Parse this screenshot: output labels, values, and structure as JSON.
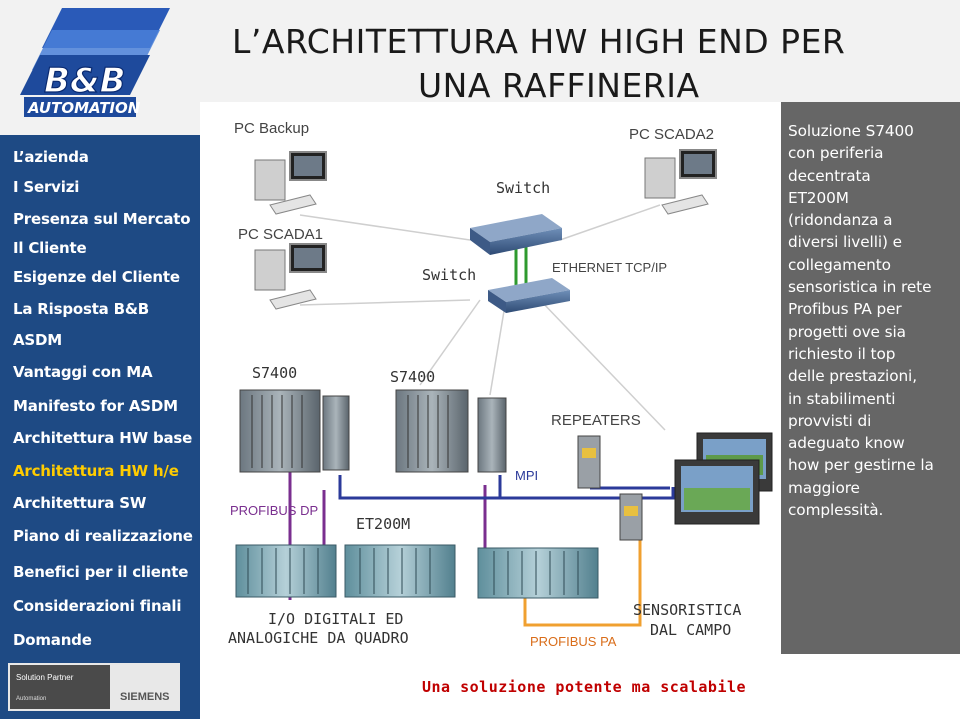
{
  "title": {
    "line1": "L’ARCHITETTURA HW HIGH END PER",
    "line2": "UNA RAFFINERIA"
  },
  "logo": {
    "brand": "B&B",
    "sub": "AUTOMATION"
  },
  "nav": {
    "items": [
      {
        "label": "L’azienda"
      },
      {
        "label": "I Servizi"
      },
      {
        "label": "Presenza sul Mercato"
      },
      {
        "label": "Il Cliente"
      },
      {
        "label": "Esigenze del Cliente"
      },
      {
        "label": "La Risposta B&B"
      },
      {
        "label": "ASDM"
      },
      {
        "label": "Vantaggi con MA"
      },
      {
        "label": "Manifesto for ASDM"
      },
      {
        "label": "Architettura HW base"
      },
      {
        "label": "Architettura HW h/e",
        "active": true
      },
      {
        "label": "Architettura SW"
      },
      {
        "label": "Piano di realizzazione"
      },
      {
        "label": "Benefici per il cliente"
      },
      {
        "label": "Considerazioni finali"
      },
      {
        "label": "Domande"
      }
    ]
  },
  "partner": {
    "line1": "Solution Partner",
    "line2": "Automation",
    "brand": "SIEMENS"
  },
  "diagram": {
    "pc_backup": "PC Backup",
    "pc_scada1": "PC SCADA1",
    "pc_scada2": "PC SCADA2",
    "switch_top": "Switch",
    "switch_mid": "Switch",
    "ethernet": "ETHERNET TCP/IP",
    "s7400_left": "S7400",
    "s7400_mid": "S7400",
    "repeaters": "REPEATERS",
    "mpi": "MPI",
    "profibus_dp": "PROFIBUS DP",
    "et200m": "ET200M",
    "io_line1": "I/O DIGITALI ED",
    "io_line2": "ANALOGICHE DA QUADRO",
    "profibus_pa": "PROFIBUS PA",
    "sensors_line1": "SENSORISTICA",
    "sensors_line2": "DAL CAMPO"
  },
  "info_panel": {
    "lines": [
      "Soluzione S7400",
      "con periferia",
      "decentrata",
      "ET200M",
      "(ridondanza a",
      "diversi livelli) e",
      "collegamento",
      "sensoristica in rete",
      "Profibus PA per",
      "progetti ove sia",
      "richiesto il top",
      "delle prestazioni,",
      "in stabilimenti",
      "provvisti di",
      "adeguato know",
      "how per gestirne la",
      "maggiore",
      "complessità."
    ]
  },
  "footer": {
    "tagline": "Una soluzione potente ma scalabile"
  },
  "colors": {
    "nav_bg": "#1e4a84",
    "nav_active": "#ffcc00",
    "info_bg": "#666666",
    "tagline": "#c00000",
    "profibus_dp": "#7a2f8f",
    "mpi": "#2b3a9a",
    "profibus_pa": "#f0a030",
    "ethernet": "#2e9a2e"
  }
}
